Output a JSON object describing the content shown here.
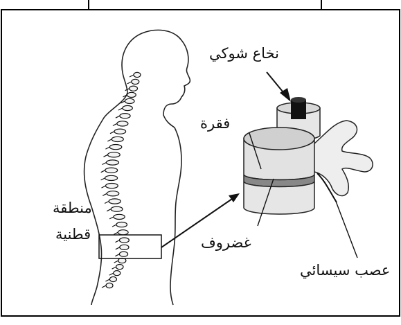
{
  "labels": {
    "spinal_cord": "نخاع شوكي",
    "vertebra": "فقرة",
    "lumbar_region_line1": "منطقة",
    "lumbar_region_line2": "قطنية",
    "cartilage": "غضروف",
    "sciatic_nerve": "عصب سيسائي"
  }
}
